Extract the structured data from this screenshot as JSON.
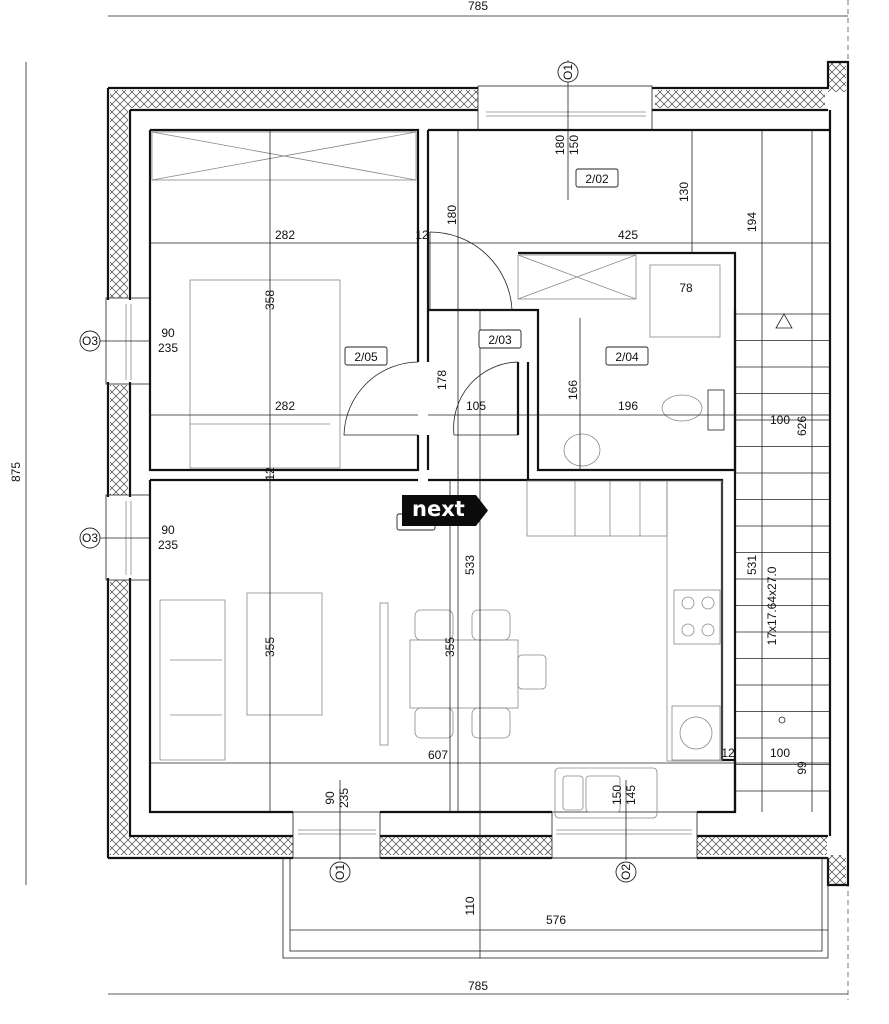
{
  "overall": {
    "top_width": "785",
    "bottom_width": "785",
    "height": "875"
  },
  "rooms": {
    "r202": "2/02",
    "r203": "2/03",
    "r204": "2/04",
    "r205": "2/05"
  },
  "windows": {
    "o1_top": "O1",
    "o1_top_h1": "180",
    "o1_top_h2": "150",
    "o3_upper": "O3",
    "o3_upper_w": "90",
    "o3_upper_h": "235",
    "o3_lower": "O3",
    "o3_lower_w": "90",
    "o3_lower_h": "235",
    "o1_bottom": "O1",
    "o1_bottom_w": "90",
    "o1_bottom_h": "235",
    "o2": "O2",
    "o2_w": "150",
    "o2_h": "145"
  },
  "dims": [
    "282",
    "12",
    "180",
    "425",
    "130",
    "194",
    "358",
    "78",
    "178",
    "166",
    "282",
    "105",
    "196",
    "100",
    "626",
    "12",
    "533",
    "355",
    "355",
    "531",
    "17x17.64x27.0",
    "607",
    "12",
    "100",
    "99",
    "110",
    "576"
  ],
  "badge": {
    "label": "next"
  }
}
